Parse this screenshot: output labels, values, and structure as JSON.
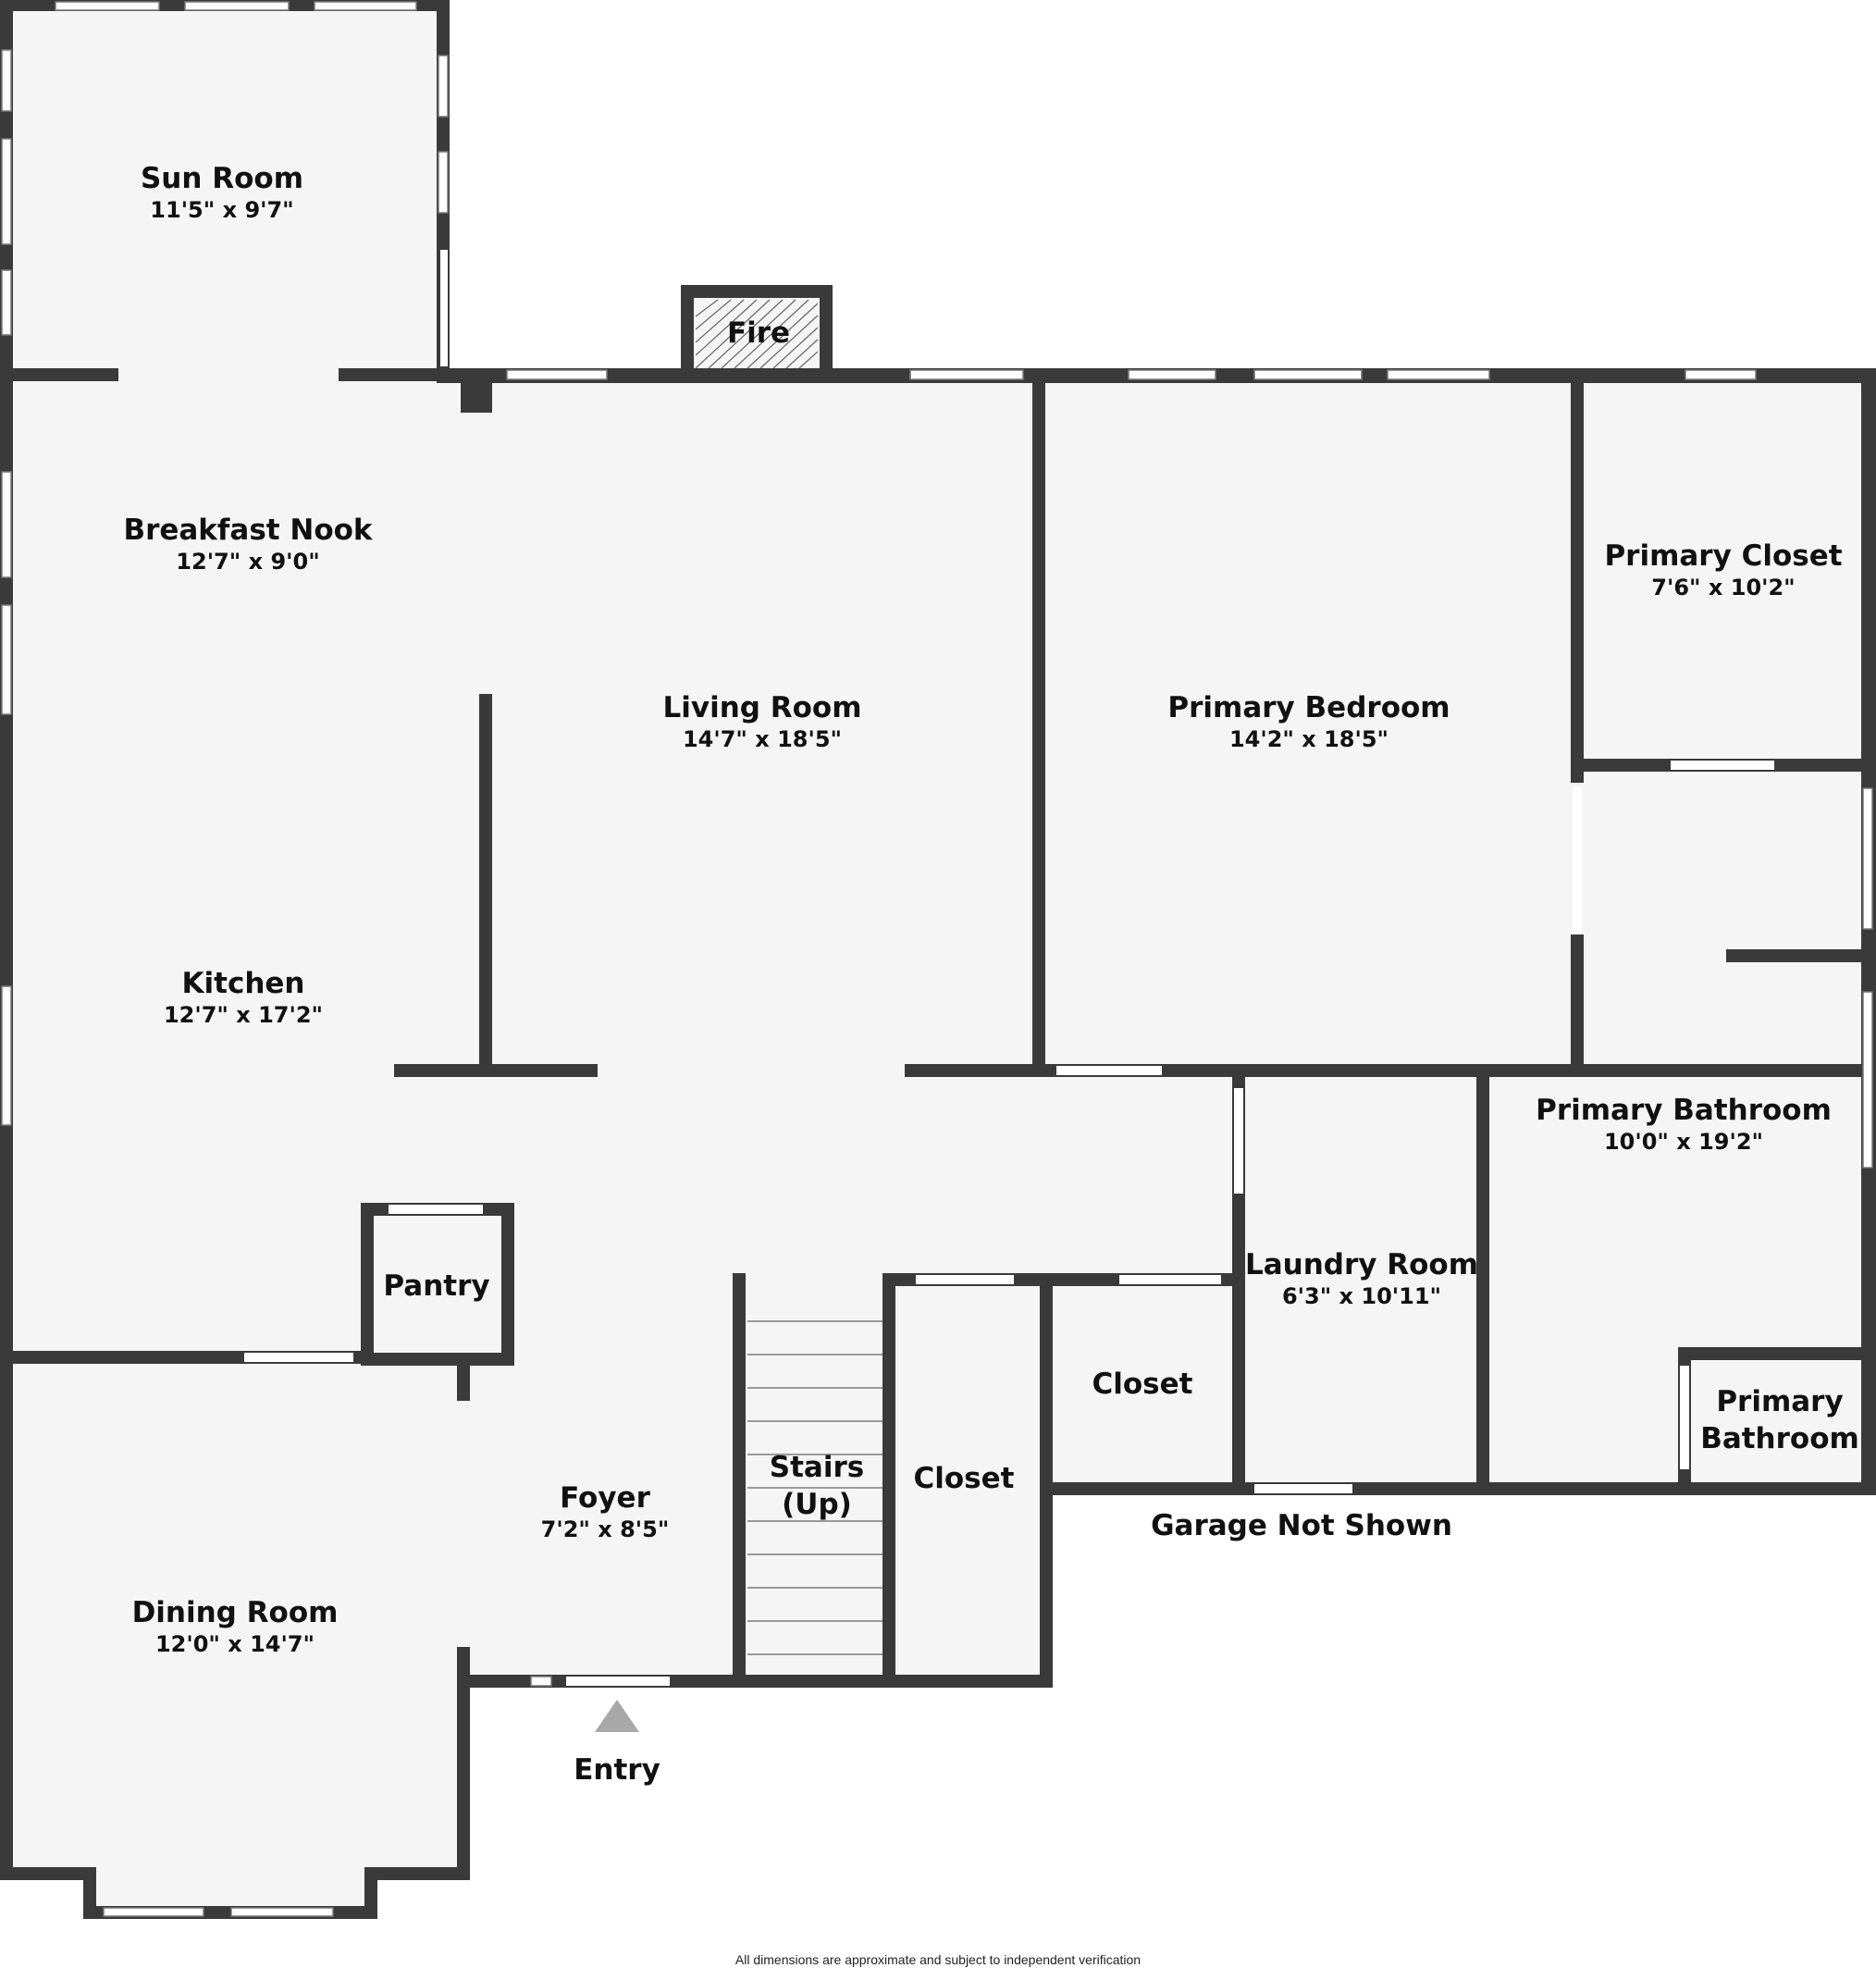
{
  "rooms": {
    "sun_room": {
      "name": "Sun Room",
      "dims": "11'5\" x 9'7\""
    },
    "breakfast_nook": {
      "name": "Breakfast Nook",
      "dims": "12'7\" x 9'0\""
    },
    "fire": {
      "name": "Fire"
    },
    "living_room": {
      "name": "Living Room",
      "dims": "14'7\" x 18'5\""
    },
    "primary_bedroom": {
      "name": "Primary Bedroom",
      "dims": "14'2\" x 18'5\""
    },
    "primary_closet": {
      "name": "Primary Closet",
      "dims": "7'6\" x 10'2\""
    },
    "kitchen": {
      "name": "Kitchen",
      "dims": "12'7\" x 17'2\""
    },
    "primary_bathroom": {
      "name": "Primary Bathroom",
      "dims": "10'0\" x 19'2\""
    },
    "pantry": {
      "name": "Pantry"
    },
    "laundry_room": {
      "name": "Laundry Room",
      "dims": "6'3\" x 10'11\""
    },
    "closet_small": {
      "name": "Closet"
    },
    "primary_wc": {
      "name_line1": "Primary",
      "name_line2": "Bathroom"
    },
    "stairs": {
      "name_line1": "Stairs",
      "name_line2": "(Up)"
    },
    "closet_hall": {
      "name": "Closet"
    },
    "foyer": {
      "name": "Foyer",
      "dims": "7'2\" x 8'5\""
    },
    "dining_room": {
      "name": "Dining Room",
      "dims": "12'0\" x 14'7\""
    }
  },
  "annotations": {
    "garage": "Garage Not Shown",
    "entry": "Entry",
    "disclaimer": "All dimensions are approximate and subject to independent verification"
  },
  "colors": {
    "wall": "#3a3a3a",
    "floor": "#f5f5f5",
    "window": "#ffffff",
    "entry_arrow": "#a8a8a8"
  }
}
